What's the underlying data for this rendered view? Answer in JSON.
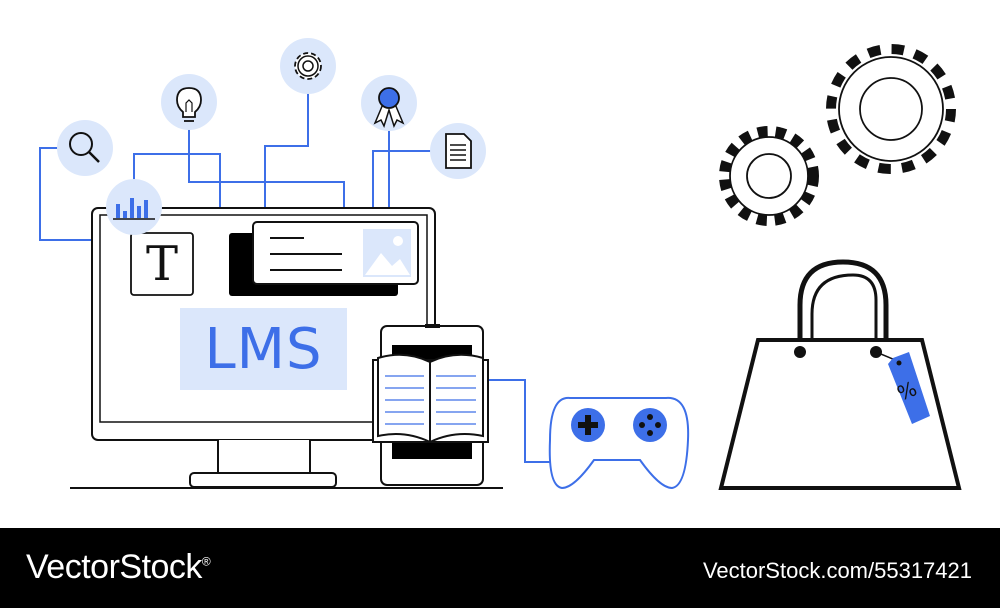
{
  "illustration": {
    "lms_label": "LMS",
    "text_icon_letter": "T",
    "discount_tag_text": "%",
    "colors": {
      "accent_blue": "#3d6fe8",
      "light_blue": "#dbe7fb",
      "stroke": "#111111",
      "background": "#ffffff"
    },
    "icons": [
      "search-icon",
      "chart-icon",
      "lightbulb-icon",
      "gear-icon",
      "award-ribbon-icon",
      "document-icon",
      "image-icon",
      "book-icon",
      "gamepad-icon",
      "shopping-bag-icon",
      "price-tag-icon"
    ]
  },
  "footer": {
    "brand": "VectorStock",
    "brand_mark": "®",
    "image_id": "VectorStock.com/55317421"
  }
}
